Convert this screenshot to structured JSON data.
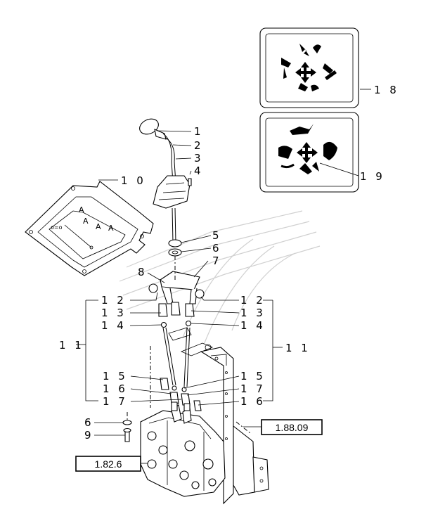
{
  "callouts": {
    "c1": "1",
    "c2": "2",
    "c3": "3",
    "c4": "4",
    "c5": "5",
    "c6": "6",
    "c7": "7",
    "c8": "8",
    "c10": "1 0",
    "c18": "1 8",
    "c19": "1 9",
    "c12l": "1 2",
    "c13l": "1 3",
    "c14l": "1 4",
    "c12r": "1 2",
    "c13r": "1 3",
    "c14r": "1 4",
    "c11l": "1 1",
    "c11r": "1 1",
    "c15l": "1 5",
    "c16l": "1 6",
    "c17l": "1 7",
    "c15r": "1 5",
    "c17r": "1 7",
    "c16r": "1 6",
    "c6b": "6",
    "c9": "9"
  },
  "refs": {
    "r1": "1.88.09",
    "r2": "1.82.6"
  }
}
